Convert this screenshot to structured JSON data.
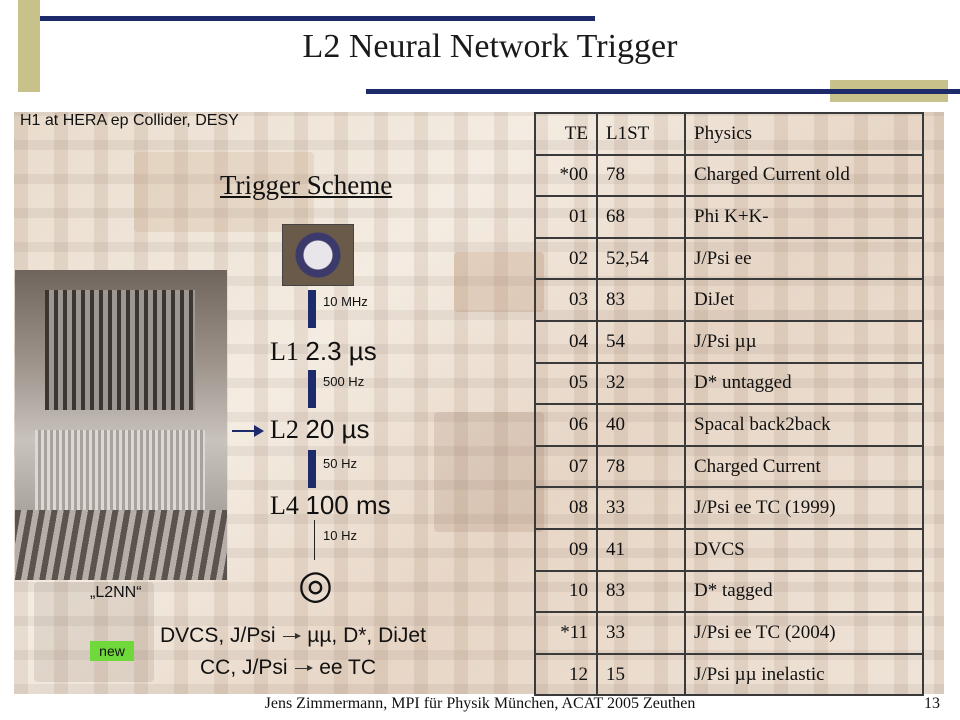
{
  "slide": {
    "title": "L2 Neural Network Trigger",
    "subtitle": "H1 at HERA ep Collider, DESY",
    "scheme_title": "Trigger Scheme",
    "photo_caption": "„L2NN“",
    "accent_color": "#c8c28a",
    "bar_color": "#1d2b6b"
  },
  "scheme": {
    "rates": [
      "10 MHz",
      "500 Hz",
      "50 Hz",
      "10 Hz"
    ],
    "levels": [
      {
        "name": "L1",
        "time": "2.3 µs"
      },
      {
        "name": "L2",
        "time": "20 µs"
      },
      {
        "name": "L4",
        "time": "100 ms"
      }
    ],
    "target_icon": "◎",
    "new_label": "new",
    "result_line1_a": "DVCS, J/Psi",
    "result_line1_b": "µµ, D*, DiJet",
    "result_line2_a": "CC, J/Psi",
    "result_line2_b": "ee TC"
  },
  "table": {
    "headers": [
      "TE",
      "L1ST",
      "Physics"
    ],
    "rows": [
      [
        "*00",
        "78",
        "Charged Current old"
      ],
      [
        "01",
        "68",
        "Phi K+K-"
      ],
      [
        "02",
        "52,54",
        "J/Psi ee"
      ],
      [
        "03",
        "83",
        "DiJet"
      ],
      [
        "04",
        "54",
        "J/Psi µµ"
      ],
      [
        "05",
        "32",
        "D* untagged"
      ],
      [
        "06",
        "40",
        "Spacal back2back"
      ],
      [
        "07",
        "78",
        "Charged Current"
      ],
      [
        "08",
        "33",
        "J/Psi ee TC (1999)"
      ],
      [
        "09",
        "41",
        "DVCS"
      ],
      [
        "10",
        "83",
        "D* tagged"
      ],
      [
        "*11",
        "33",
        "J/Psi ee TC (2004)"
      ],
      [
        "12",
        "15",
        "J/Psi µµ inelastic"
      ]
    ]
  },
  "footer": {
    "text": "Jens Zimmermann, MPI für Physik München, ACAT 2005 Zeuthen",
    "page": "13"
  }
}
